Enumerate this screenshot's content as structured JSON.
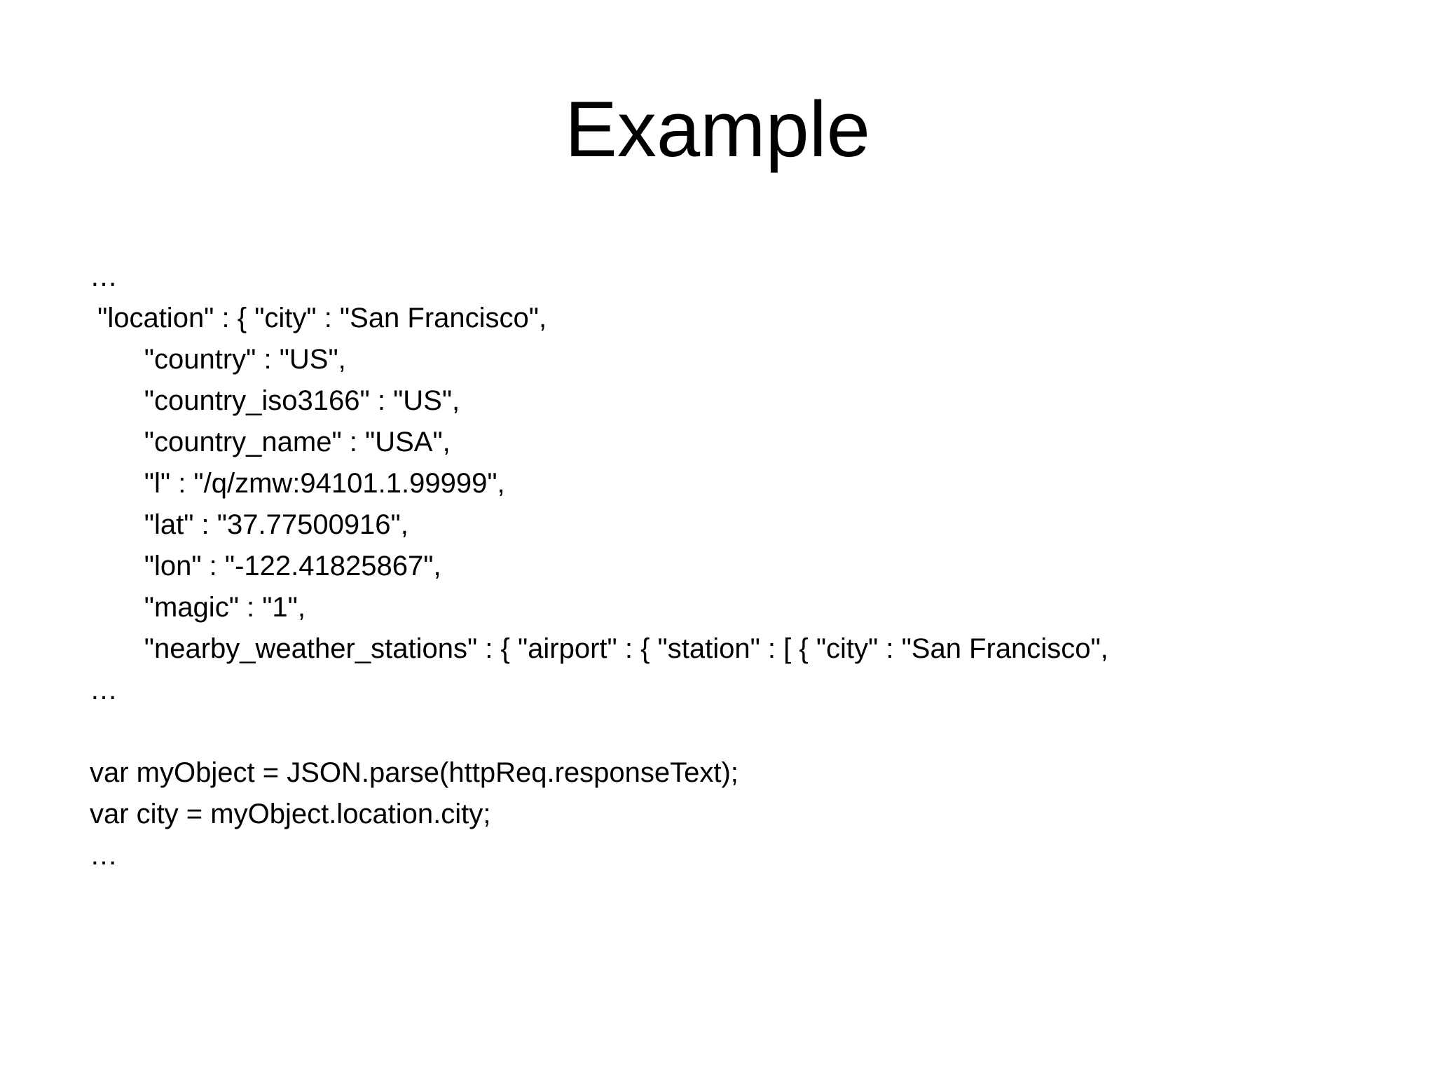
{
  "slide": {
    "title": "Example"
  },
  "code": {
    "lines": [
      "…",
      " \"location\" : { \"city\" : \"San Francisco\",",
      "       \"country\" : \"US\",",
      "       \"country_iso3166\" : \"US\",",
      "       \"country_name\" : \"USA\",",
      "       \"l\" : \"/q/zmw:94101.1.99999\",",
      "       \"lat\" : \"37.77500916\",",
      "       \"lon\" : \"-122.41825867\",",
      "       \"magic\" : \"1\",",
      "       \"nearby_weather_stations\" : { \"airport\" : { \"station\" : [ { \"city\" : \"San Francisco\",",
      "…",
      "",
      "var myObject = JSON.parse(httpReq.responseText);",
      "var city = myObject.location.city;",
      "…"
    ]
  }
}
